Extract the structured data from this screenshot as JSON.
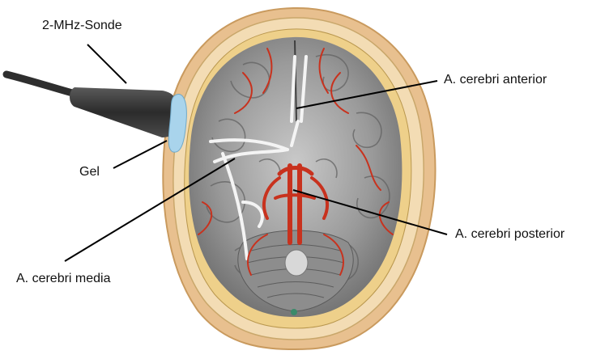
{
  "labels": {
    "probe": "2-MHz-Sonde",
    "gel": "Gel",
    "anterior": "A. cerebri anterior",
    "media": "A. cerebri media",
    "posterior": "A. cerebri posterior"
  },
  "colors": {
    "skin": "#e9c79a",
    "skull": "#f3dcb4",
    "dura": "#efd089",
    "brain": "#9d9d9d",
    "artery": "#c8321e",
    "vessel_white": "#f4f4f4",
    "gel": "#a9d4ec",
    "probe": "#3a3a3a"
  }
}
